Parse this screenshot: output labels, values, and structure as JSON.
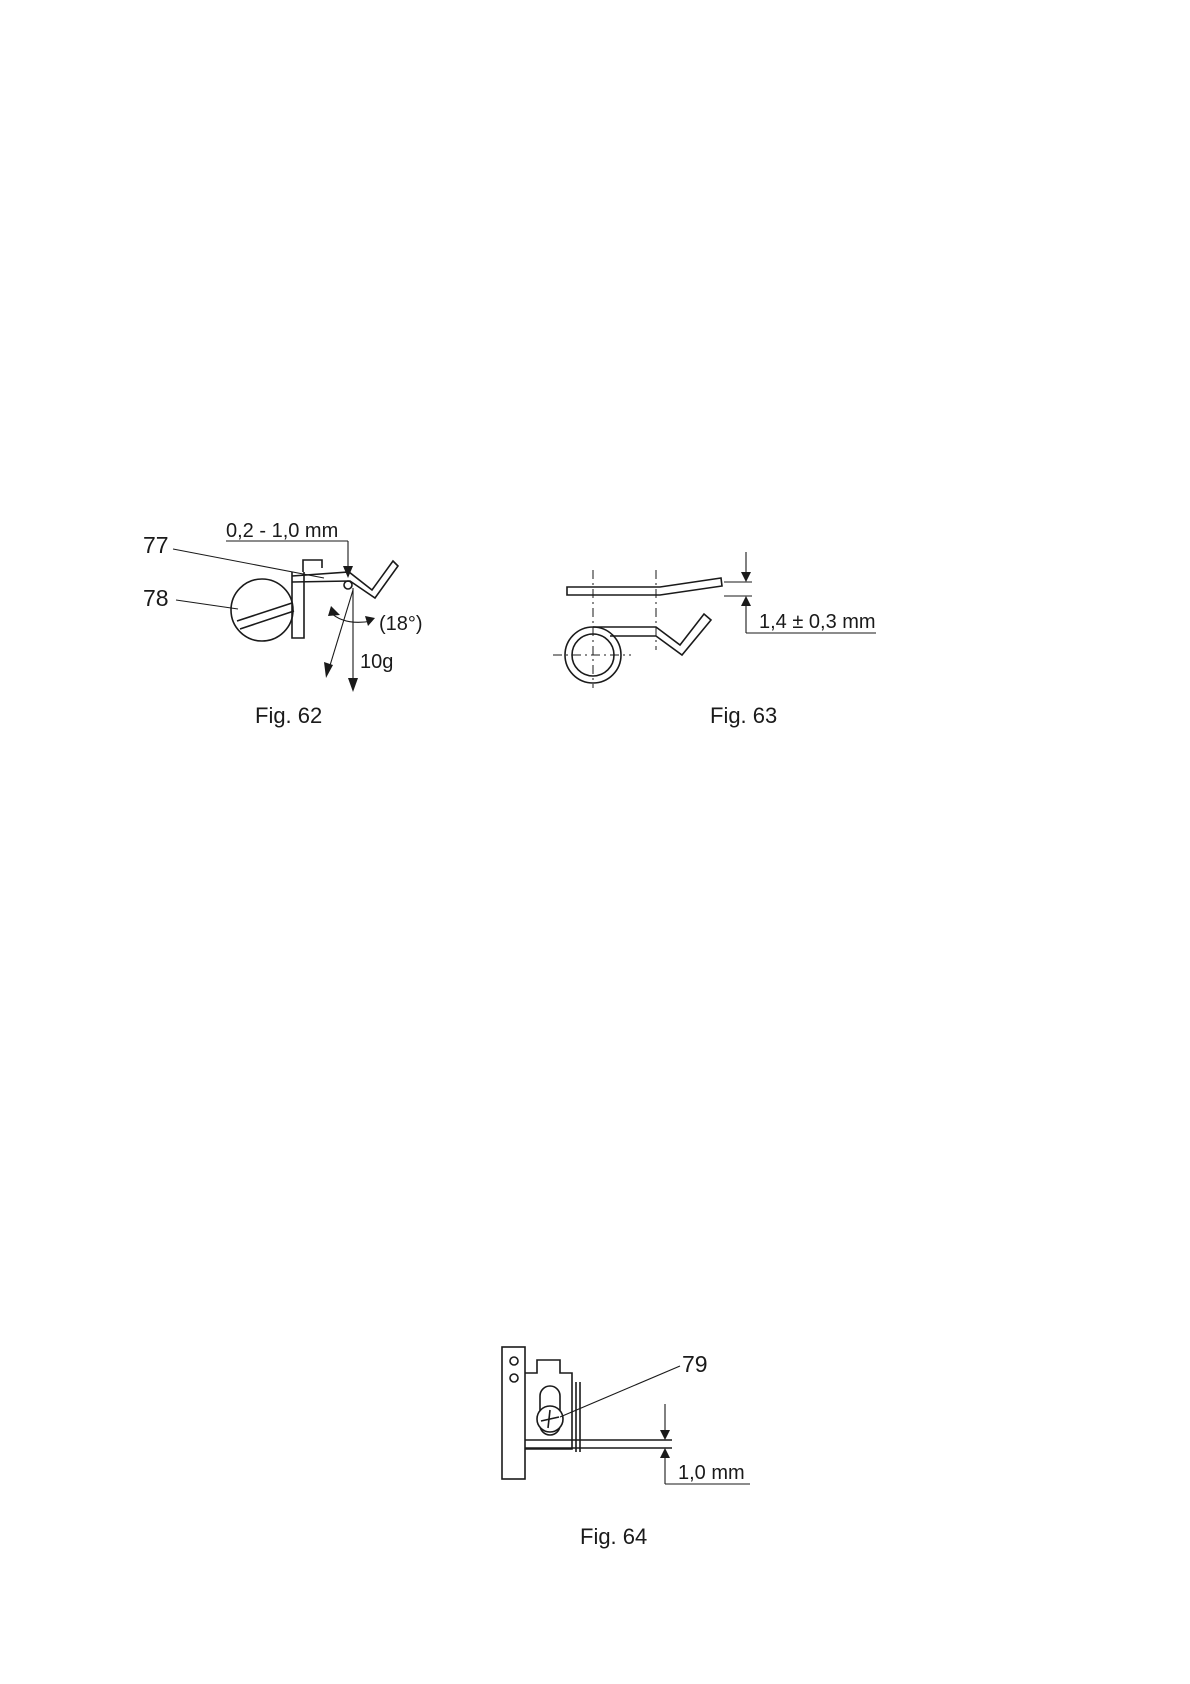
{
  "figures": [
    {
      "caption": "Fig. 62",
      "callouts": [
        "77",
        "78"
      ],
      "dimension": "0,2 - 1,0 mm",
      "angle": "(18°)",
      "force": "10g"
    },
    {
      "caption": "Fig. 63",
      "dimension": "1,4 ± 0,3 mm"
    },
    {
      "caption": "Fig. 64",
      "callouts": [
        "79"
      ],
      "dimension": "1,0 mm"
    }
  ]
}
